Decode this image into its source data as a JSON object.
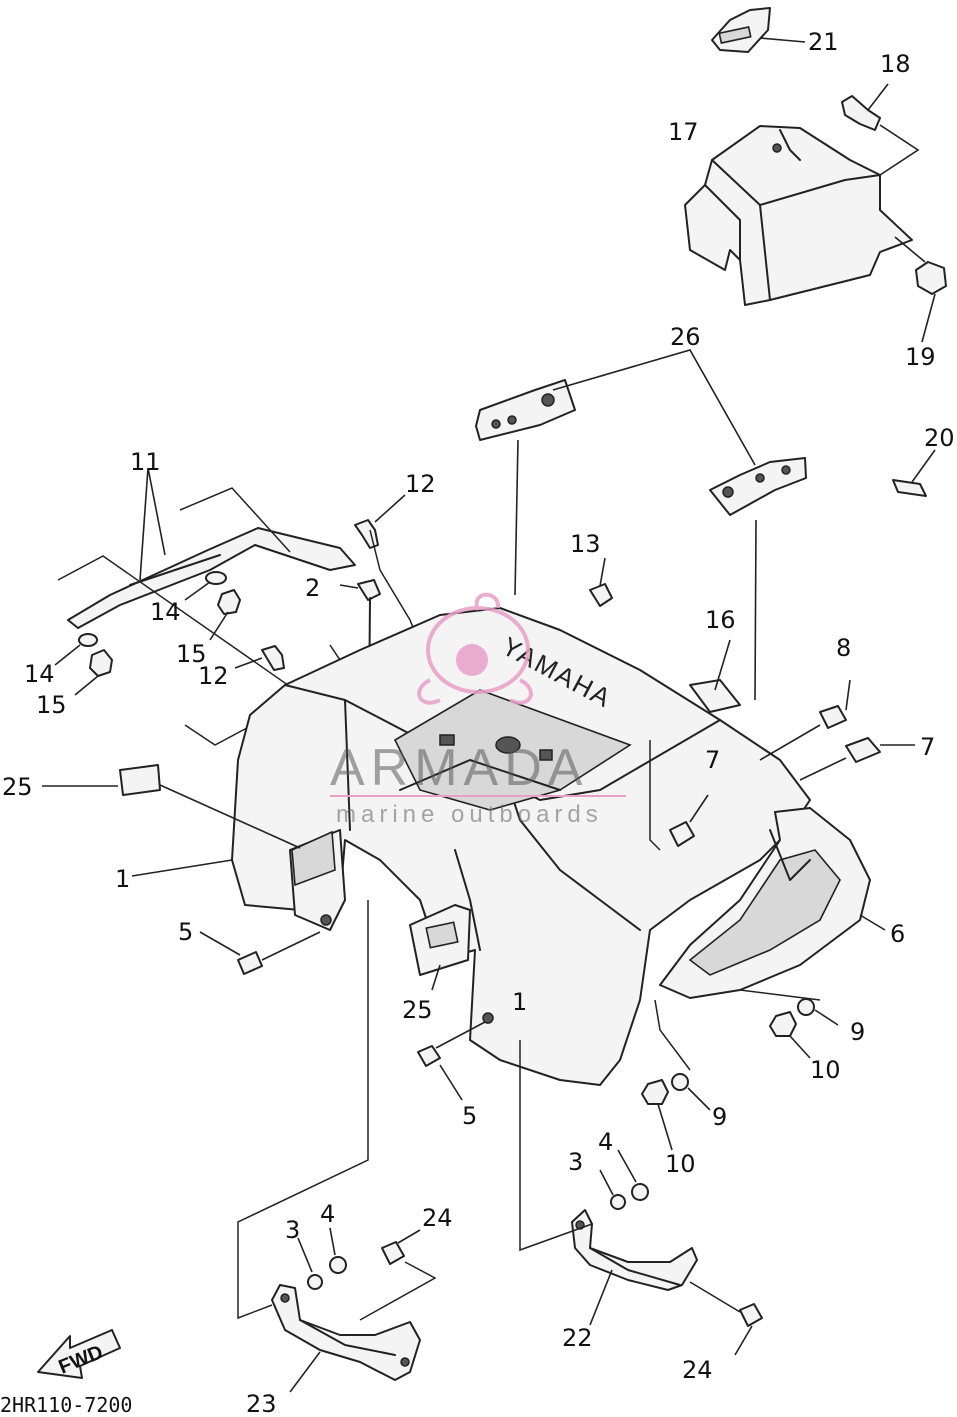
{
  "diagram": {
    "drawing_code": "2HR110-7200",
    "brand_mark": "YAMAHA",
    "fwd_label": "FWD",
    "watermark": {
      "main": "ARMADA",
      "sub": "marine outboards",
      "logo_color": "#e8a0c8"
    },
    "callouts": {
      "c1a": "1",
      "c1b": "1",
      "c2": "2",
      "c3a": "3",
      "c3b": "3",
      "c4a": "4",
      "c4b": "4",
      "c5a": "5",
      "c5b": "5",
      "c6": "6",
      "c7a": "7",
      "c7b": "7",
      "c8": "8",
      "c9a": "9",
      "c9b": "9",
      "c10a": "10",
      "c10b": "10",
      "c11": "11",
      "c12a": "12",
      "c12b": "12",
      "c13": "13",
      "c14a": "14",
      "c14b": "14",
      "c15a": "15",
      "c15b": "15",
      "c16": "16",
      "c17": "17",
      "c18": "18",
      "c19": "19",
      "c20": "20",
      "c21": "21",
      "c22": "22",
      "c23": "23",
      "c24a": "24",
      "c24b": "24",
      "c25a": "25",
      "c25b": "25",
      "c26": "26"
    }
  }
}
